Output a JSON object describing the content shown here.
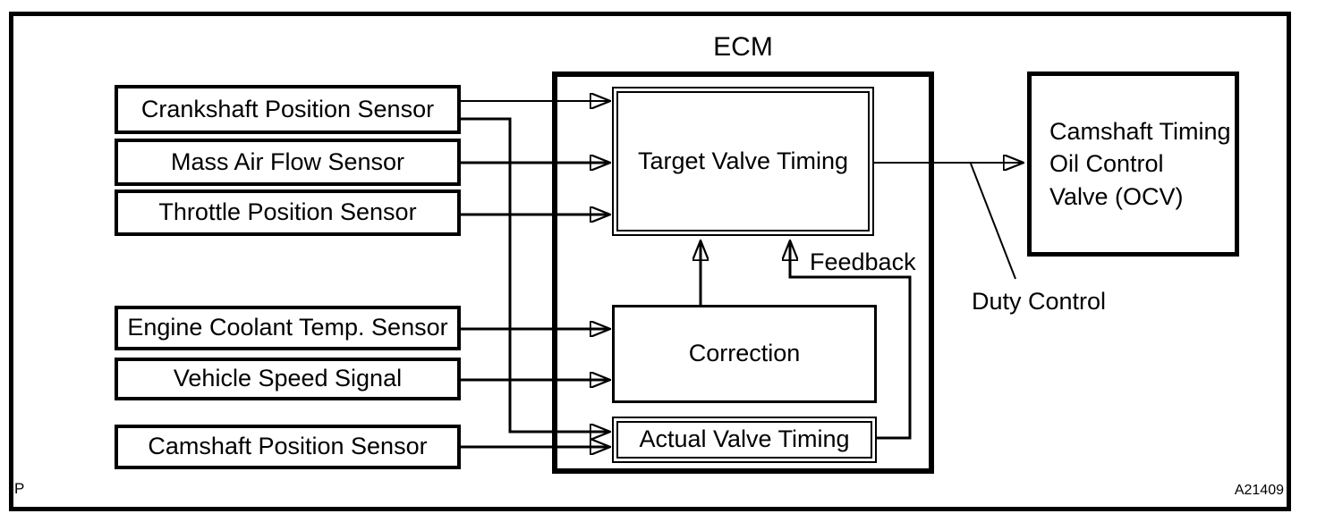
{
  "colors": {
    "stroke": "#000000",
    "background": "#ffffff"
  },
  "footer": {
    "page_marker": "P",
    "figure_id": "A21409"
  },
  "sensors": [
    {
      "label": "Crankshaft Position Sensor"
    },
    {
      "label": "Mass Air Flow Sensor"
    },
    {
      "label": "Throttle Position Sensor"
    },
    {
      "label": "Engine Coolant Temp. Sensor"
    },
    {
      "label": "Vehicle Speed Signal"
    },
    {
      "label": "Camshaft Position Sensor"
    }
  ],
  "ecm": {
    "title": "ECM",
    "target_block": "Target Valve Timing",
    "correction_block": "Correction",
    "actual_block": "Actual Valve Timing"
  },
  "ocv": {
    "line1": "Camshaft Timing",
    "line2": "Oil Control",
    "line3": "Valve (OCV)"
  },
  "labels": {
    "feedback": "Feedback",
    "duty_control": "Duty Control"
  }
}
